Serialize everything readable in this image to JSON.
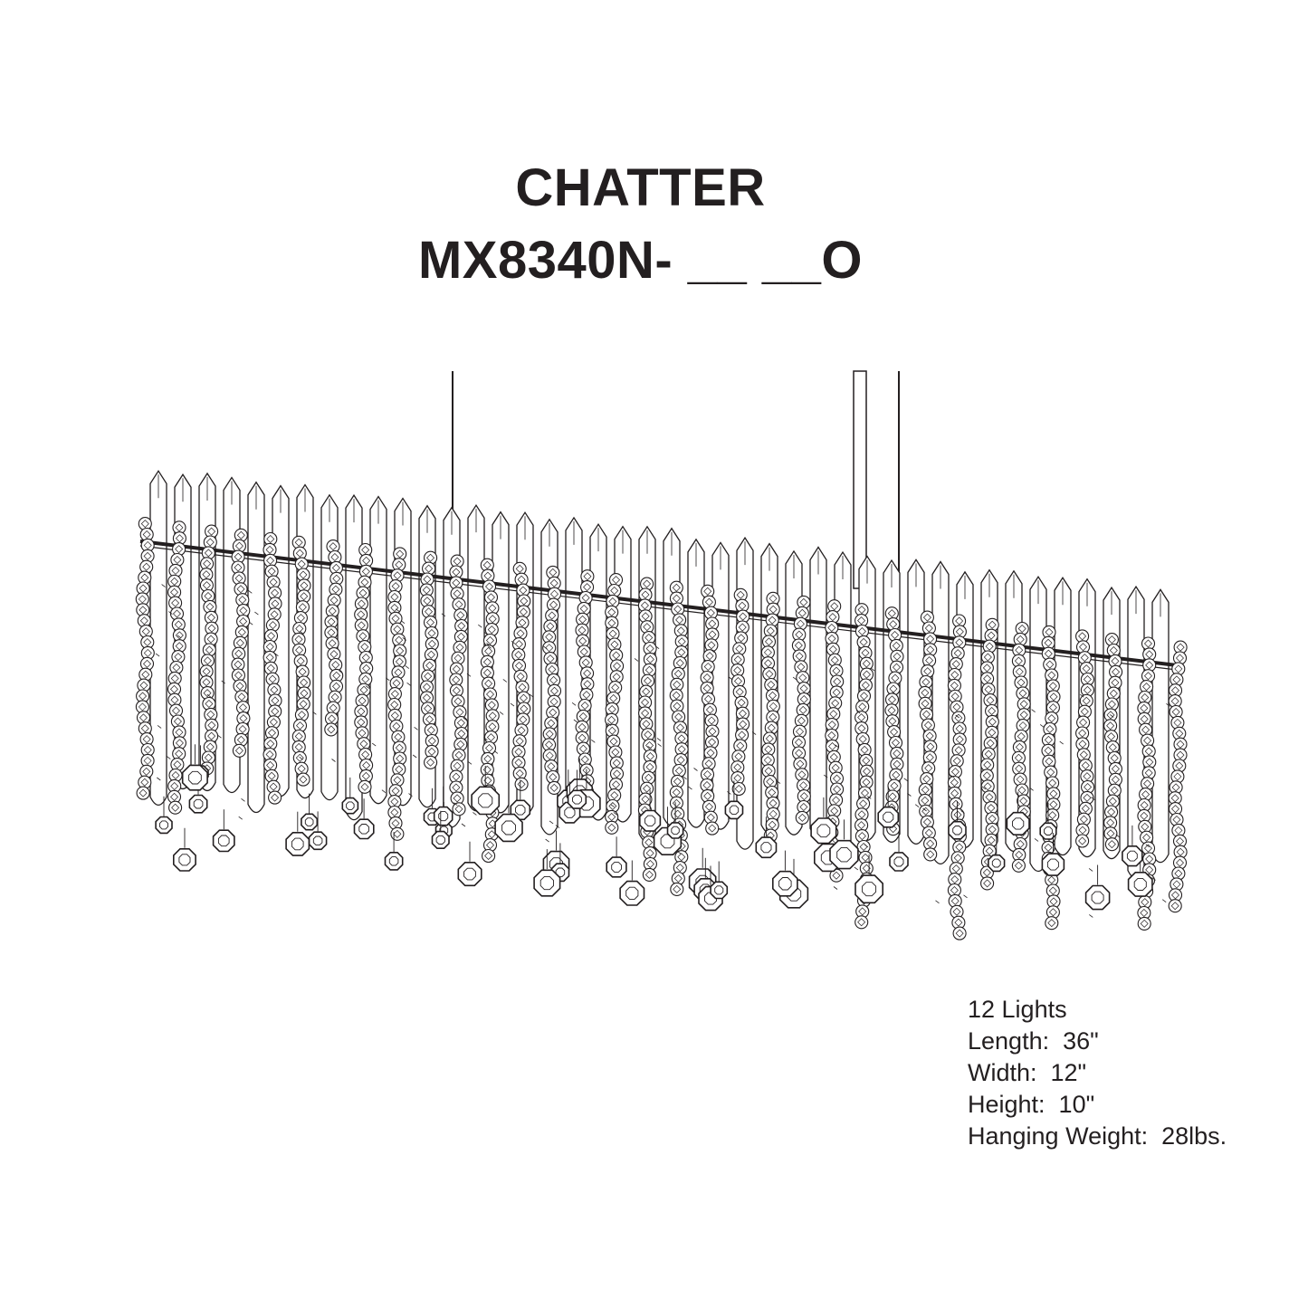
{
  "title": "CHATTER",
  "model_number": "MX8340N- __ __O",
  "specs": [
    "12 Lights",
    "Length:  36\"",
    "Width:  12\"",
    "Height:  10\"",
    "Hanging Weight:  28lbs."
  ],
  "colors": {
    "text": "#231f20",
    "line": "#231f20",
    "background": "#ffffff"
  },
  "illustration": {
    "icon": "crystal-chandelier-line-drawing",
    "light_count": 12
  }
}
